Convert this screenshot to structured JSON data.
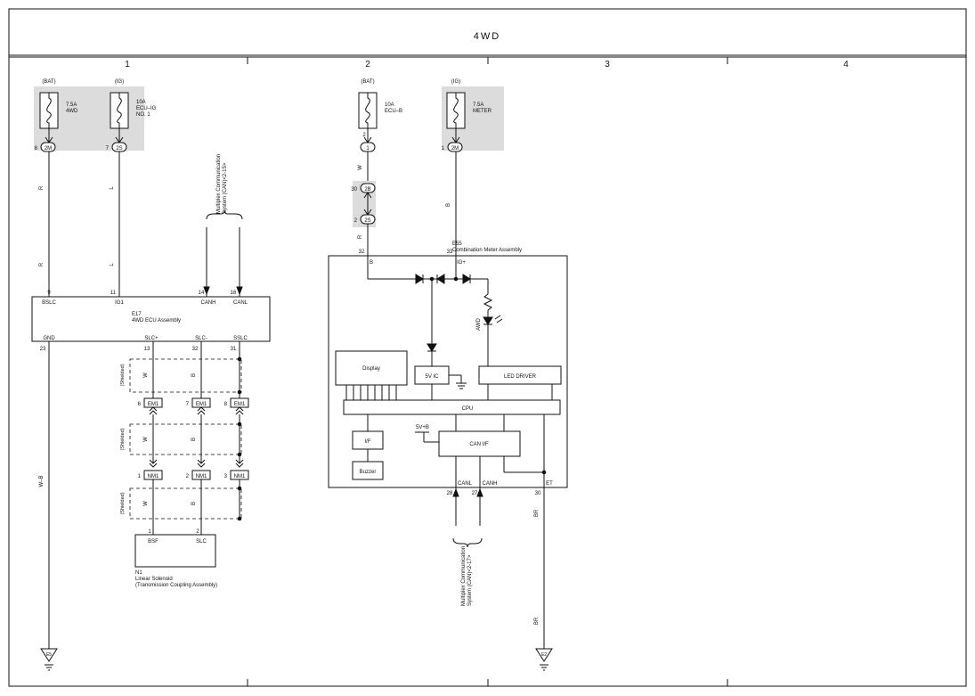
{
  "title": "4WD",
  "columns": [
    "1",
    "2",
    "3",
    "4"
  ],
  "fuses": [
    {
      "source": "(BAT)",
      "rating": "7.5A",
      "name": "4WD",
      "pin": "8",
      "conn": "2M"
    },
    {
      "source": "(IG)",
      "rating": "10A",
      "name": "ECU–IG",
      "name2": "NO. 1",
      "pin": "7",
      "conn": "2S"
    },
    {
      "source": "(BAT)",
      "rating": "10A",
      "name": "ECU–B",
      "pin": "2",
      "conn": "1"
    },
    {
      "source": "(IG)",
      "rating": "7.5A",
      "name": "METER",
      "pin": "1",
      "conn": "2M"
    }
  ],
  "wires": {
    "r1": "R",
    "r2": "R",
    "l1": "L",
    "l2": "L",
    "wb": "W–B",
    "w_top": "W",
    "r_mid": "R",
    "b_meter": "B",
    "br1": "BR",
    "br2": "BR",
    "w_sh1": "W",
    "b_sh1": "B",
    "w_sh2": "W",
    "b_sh2": "B",
    "w_sh3": "W",
    "b_sh3": "B"
  },
  "multiplex_top": "Multiplex Communication System (CAN)<2-15>",
  "multiplex_top_l1": "Multiplex Communication",
  "multiplex_top_l2": "System (CAN)<2-15>",
  "multiplex_bot_l1": "Multiplex Communication",
  "multiplex_bot_l2": "System (CAN)<2-17>",
  "junction": {
    "top_pin": "30",
    "top_conn": "2B",
    "bot_pin": "2",
    "bot_conn": "2S"
  },
  "ecu": {
    "code": "E17",
    "name": "4WD ECU Assembly",
    "top_pins": [
      {
        "num": "9",
        "name": "BSLC"
      },
      {
        "num": "11",
        "name": "IG1"
      },
      {
        "num": "14",
        "name": "CANH"
      },
      {
        "num": "16",
        "name": "CANL"
      }
    ],
    "bottom_pins": [
      {
        "num": "23",
        "name": "GND"
      },
      {
        "num": "13",
        "name": "SLC+"
      },
      {
        "num": "32",
        "name": "SLC-"
      },
      {
        "num": "31",
        "name": "SSLC"
      }
    ]
  },
  "shielded": "(Shielded)",
  "connectors_em1": [
    {
      "pin": "6",
      "conn": "EM1"
    },
    {
      "pin": "7",
      "conn": "EM1"
    },
    {
      "pin": "8",
      "conn": "EM1"
    }
  ],
  "connectors_nm1": [
    {
      "pin": "1",
      "conn": "NM1"
    },
    {
      "pin": "2",
      "conn": "NM1"
    },
    {
      "pin": "3",
      "conn": "NM1"
    }
  ],
  "solenoid": {
    "code": "N1",
    "name": "Linear Solenoid",
    "sub": "(Transmission Coupling Assembly)",
    "pins": [
      {
        "num": "1",
        "name": "BSF"
      },
      {
        "num": "2",
        "name": "SLC"
      }
    ]
  },
  "meter": {
    "code": "E55",
    "name": "Combination Meter Assembly",
    "top_pins": [
      {
        "num": "32",
        "name": "B"
      },
      {
        "num": "33",
        "name": "IG+"
      }
    ],
    "bottom_pins": [
      {
        "num": "28",
        "name": "CANL"
      },
      {
        "num": "27",
        "name": "CANH"
      },
      {
        "num": "30",
        "name": "ET"
      }
    ],
    "blocks": {
      "display": "Display",
      "five_v_ic": "5V IC",
      "led_driver": "LED DRIVER",
      "cpu": "CPU",
      "if": "I/F",
      "can_if": "CAN I/F",
      "buzzer": "Buzzer",
      "five_v_b": "5V+B",
      "awd": "AWD"
    }
  },
  "grounds": [
    {
      "code": "E5"
    },
    {
      "code": "E2"
    }
  ]
}
